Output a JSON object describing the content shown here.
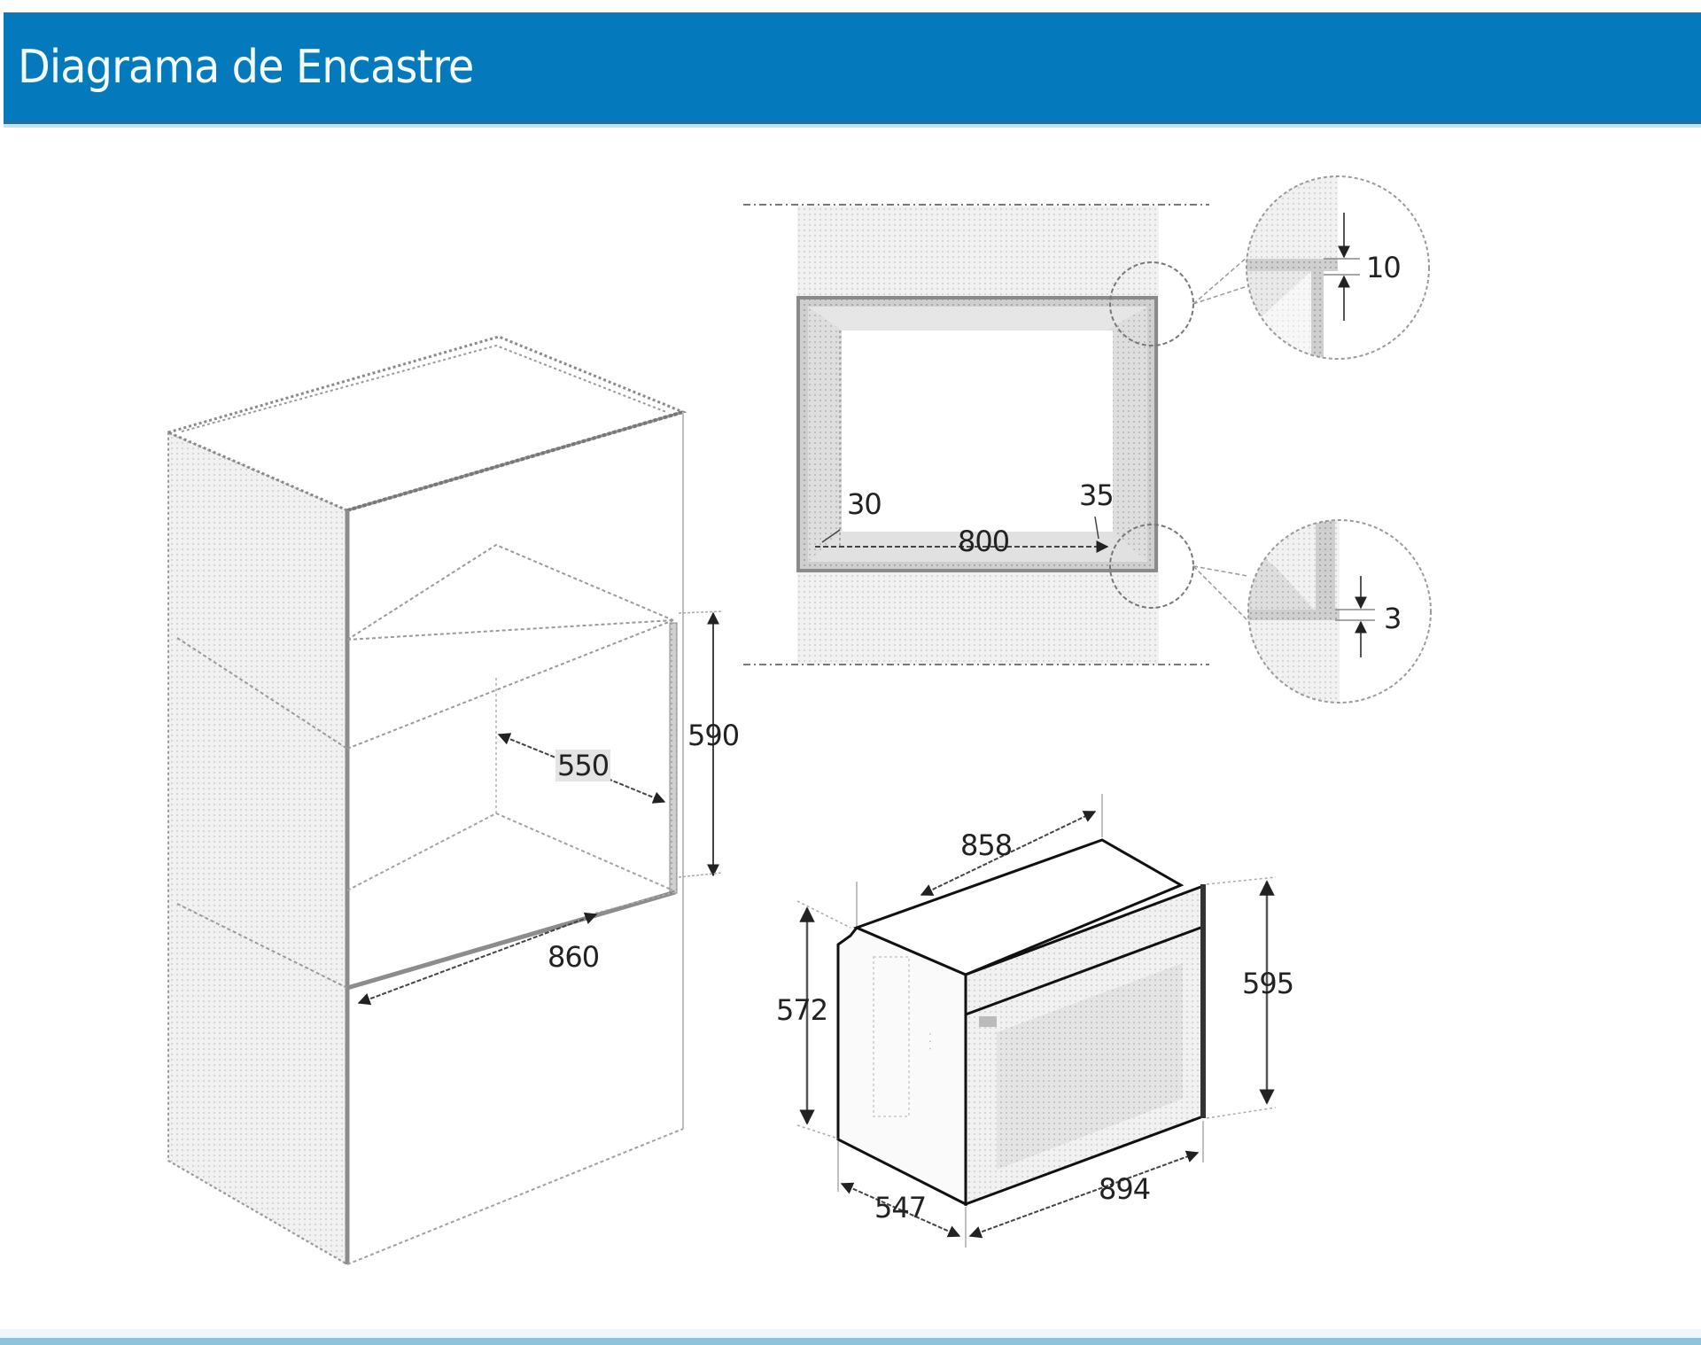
{
  "header": {
    "title": "Diagrama de Encastre",
    "background_color": "#0479bb",
    "text_color": "#f4fbff"
  },
  "cabinet_view": {
    "description": "Built-in cabinet niche (isometric)",
    "dimensions": {
      "niche_height": "590",
      "niche_depth": "550",
      "niche_width": "860"
    }
  },
  "front_view": {
    "description": "Front view of oven in niche with frame",
    "dimensions": {
      "left_gap": "30",
      "right_gap": "35",
      "inner_width": "800"
    }
  },
  "detail_views": [
    {
      "id": "top-corner-detail",
      "dimension": "10"
    },
    {
      "id": "bottom-corner-detail",
      "dimension": "3"
    }
  ],
  "oven_view": {
    "description": "Oven appliance (isometric) with overall dimensions",
    "dimensions": {
      "body_width": "858",
      "body_height": "572",
      "front_height": "595",
      "depth": "547",
      "front_width": "894"
    }
  }
}
